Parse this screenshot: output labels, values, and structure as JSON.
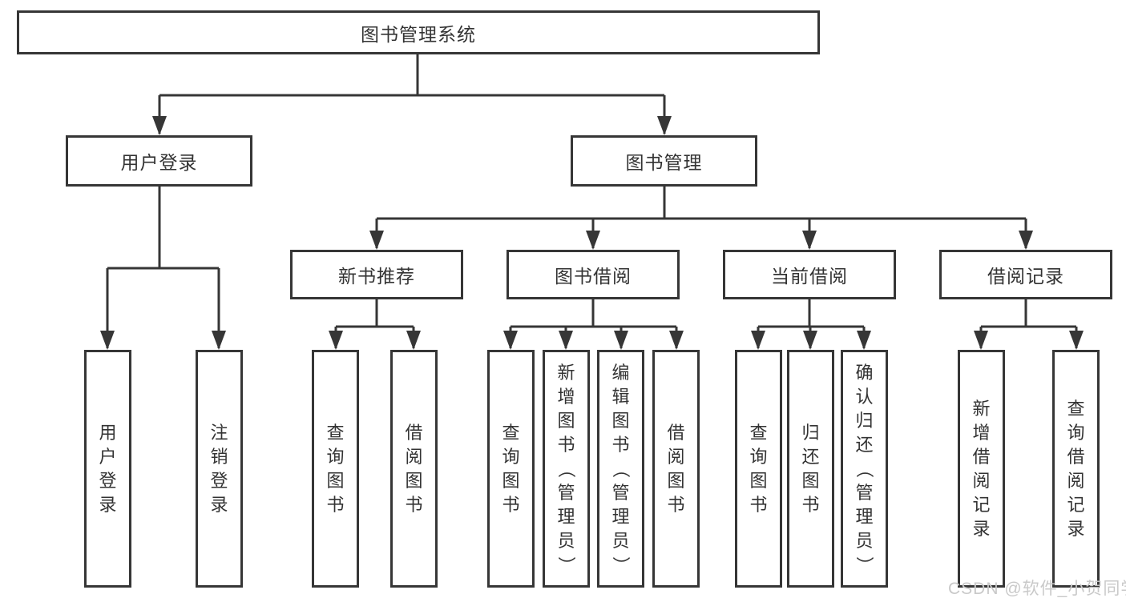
{
  "diagram": {
    "root": {
      "label": "图书管理系统"
    },
    "level2": [
      {
        "label": "用户登录"
      },
      {
        "label": "图书管理"
      }
    ],
    "level3": [
      {
        "label": "新书推荐"
      },
      {
        "label": "图书借阅"
      },
      {
        "label": "当前借阅"
      },
      {
        "label": "借阅记录"
      }
    ],
    "leaves": {
      "user_login": [
        "用户登录",
        "注销登录"
      ],
      "new_books": [
        "查询图书",
        "借阅图书"
      ],
      "book_borrow": [
        "查询图书",
        "新增图书（管理员）",
        "编辑图书（管理员）",
        "借阅图书"
      ],
      "current_borrow": [
        "查询图书",
        "归还图书",
        "确认归还（管理员）"
      ],
      "borrow_records": [
        "新增借阅记录",
        "查询借阅记录"
      ]
    }
  },
  "watermark": "CSDN @软件_小贺同学",
  "colors": {
    "line": "#363636",
    "text": "#333333",
    "watermark": "#c9c9c9",
    "background": "#ffffff"
  }
}
